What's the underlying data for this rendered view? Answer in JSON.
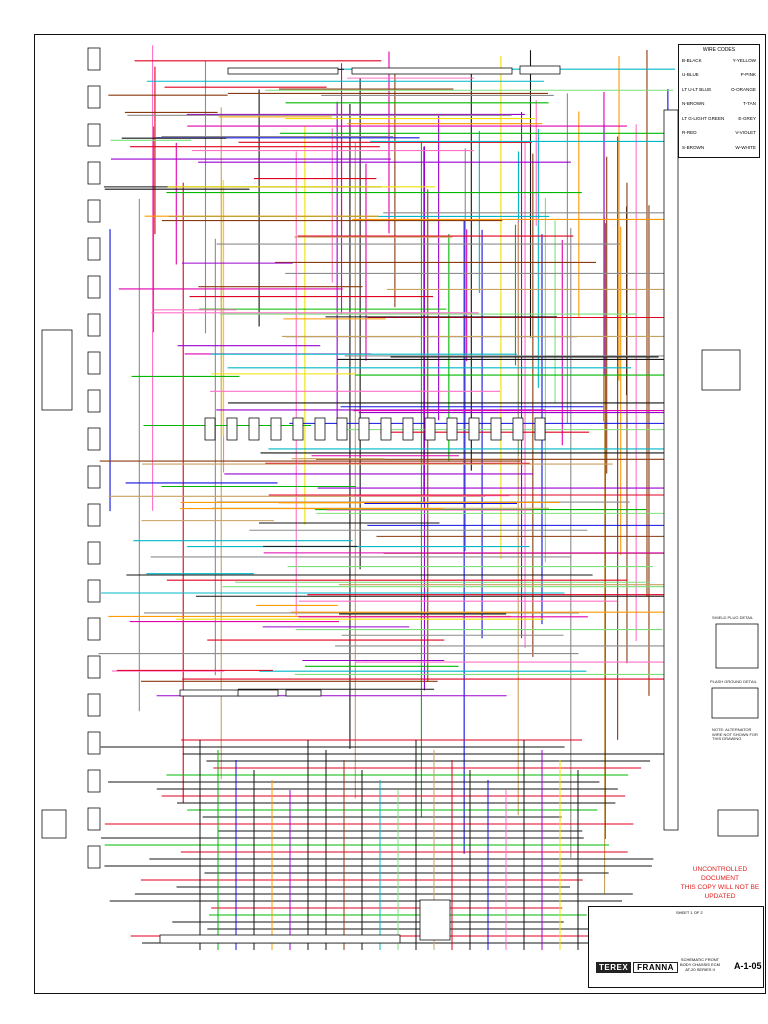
{
  "wire_codes": {
    "title": "WIRE CODES",
    "left": [
      "B-BLACK",
      "U-BLUE",
      "LT U-LT BLUE",
      "N-BROWN",
      "LT G-LIGHT GREEN",
      "R-RED",
      "S-BROWN"
    ],
    "right": [
      "Y-YELLOW",
      "P-PINK",
      "O-ORANGE",
      "T-TAN",
      "E-GREY",
      "V-VIOLET",
      "W-WHITE"
    ]
  },
  "warning": {
    "line1": "UNCONTROLLED DOCUMENT",
    "line2": "THIS COPY WILL NOT BE UPDATED"
  },
  "title_block": {
    "brand_left": "TEREX",
    "brand_right": "FRANNA",
    "desc1": "SCHEMATIC FRONT",
    "desc2": "BODY CHASSIS ECM",
    "desc3": "AT-20 SERIES II",
    "drawing_no": "A-1-05",
    "sheet": "SHEET 1 OF 2"
  },
  "callouts": {
    "detail_a": "SHIELD PLUG DETAIL",
    "detail_b": "PLASH GROUND DETAIL",
    "note": "NOTE: ALTERNATOR WIRE NOT SHOWN FOR THIS DRAWING"
  },
  "palette": {
    "black": "#151515",
    "red": "#e0001f",
    "green": "#00b800",
    "blue": "#1010e0",
    "pink": "#ff70c8",
    "orange": "#ff9a00",
    "violet": "#9a00d0",
    "yellow": "#f2e000",
    "brown": "#8a3a10",
    "grey": "#8c8c8c",
    "cyan": "#00b8c8",
    "ltgreen": "#7ae07a",
    "magenta": "#e000b0",
    "tan": "#c8a060"
  }
}
